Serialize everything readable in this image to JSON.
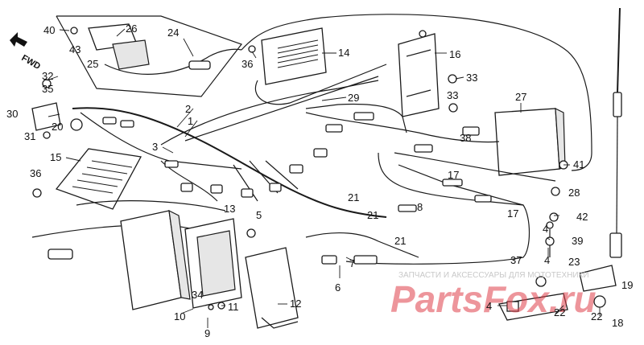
{
  "direction_label": "FWD",
  "watermark": {
    "brand": "PartsFox.ru",
    "caption": "ЗАПЧАСТИ И АКСЕССУАРЫ ДЛЯ МОТОТЕХНИКИ"
  },
  "labels": [
    {
      "id": "l40",
      "text": "40"
    },
    {
      "id": "l43",
      "text": "43"
    },
    {
      "id": "l25",
      "text": "25"
    },
    {
      "id": "l26",
      "text": "26"
    },
    {
      "id": "l24",
      "text": "24"
    },
    {
      "id": "l36a",
      "text": "36"
    },
    {
      "id": "l14",
      "text": "14"
    },
    {
      "id": "l16",
      "text": "16"
    },
    {
      "id": "l32",
      "text": "32"
    },
    {
      "id": "l35",
      "text": "35"
    },
    {
      "id": "l33a",
      "text": "33"
    },
    {
      "id": "l33b",
      "text": "33"
    },
    {
      "id": "l30",
      "text": "30"
    },
    {
      "id": "l20",
      "text": "20"
    },
    {
      "id": "l31",
      "text": "31"
    },
    {
      "id": "l29",
      "text": "29"
    },
    {
      "id": "l2",
      "text": "2"
    },
    {
      "id": "l1",
      "text": "1"
    },
    {
      "id": "l27",
      "text": "27"
    },
    {
      "id": "l38",
      "text": "38"
    },
    {
      "id": "l3",
      "text": "3"
    },
    {
      "id": "l15",
      "text": "15"
    },
    {
      "id": "l41",
      "text": "41"
    },
    {
      "id": "l36b",
      "text": "36"
    },
    {
      "id": "l17a",
      "text": "17"
    },
    {
      "id": "l28",
      "text": "28"
    },
    {
      "id": "l21a",
      "text": "21"
    },
    {
      "id": "l21b",
      "text": "21"
    },
    {
      "id": "l8",
      "text": "8"
    },
    {
      "id": "l13",
      "text": "13"
    },
    {
      "id": "l5",
      "text": "5"
    },
    {
      "id": "l17b",
      "text": "17"
    },
    {
      "id": "l42",
      "text": "42"
    },
    {
      "id": "l21c",
      "text": "21"
    },
    {
      "id": "l4a",
      "text": "4"
    },
    {
      "id": "l39",
      "text": "39"
    },
    {
      "id": "l7",
      "text": "7"
    },
    {
      "id": "l37",
      "text": "37"
    },
    {
      "id": "l4b",
      "text": "4"
    },
    {
      "id": "l23",
      "text": "23"
    },
    {
      "id": "l19",
      "text": "19"
    },
    {
      "id": "l6",
      "text": "6"
    },
    {
      "id": "l34",
      "text": "34"
    },
    {
      "id": "l11",
      "text": "11"
    },
    {
      "id": "l12",
      "text": "12"
    },
    {
      "id": "l4c",
      "text": "4"
    },
    {
      "id": "l22a",
      "text": "22"
    },
    {
      "id": "l10",
      "text": "10"
    },
    {
      "id": "l9",
      "text": "9"
    },
    {
      "id": "l22b",
      "text": "22"
    },
    {
      "id": "l18",
      "text": "18"
    }
  ]
}
